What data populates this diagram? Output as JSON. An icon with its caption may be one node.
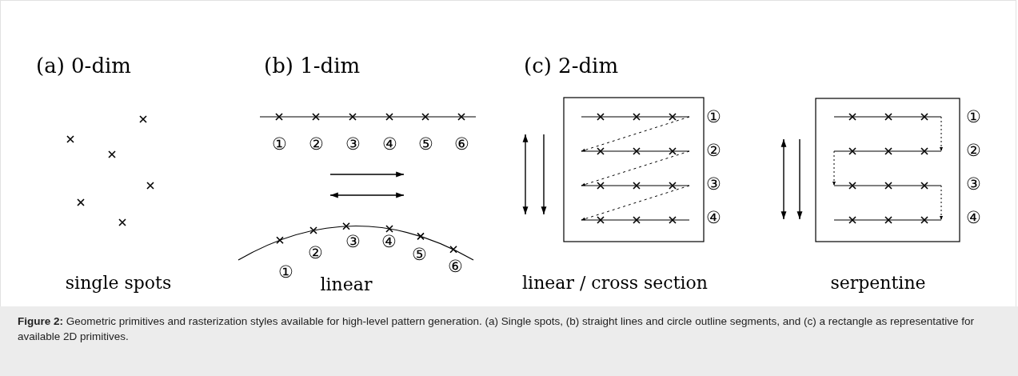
{
  "diagram": {
    "caption": "**Figure 2:** Geometric primitives and rasterization styles available for high-level pattern generation. (a) Single spots, (b) straight lines and circle outline segments, and (c) a rectangle as representative for available 2D primitives.",
    "labels": [
      "(a) 0-dim",
      "(b) 1-dim",
      "(c) 2-dim",
      "①",
      "②",
      "③",
      "④",
      "⑤",
      "⑥",
      "①",
      "②",
      "③",
      "④",
      "⑤",
      "⑥",
      "①",
      "②",
      "③",
      "④",
      "①",
      "②",
      "③",
      "④",
      "single spots",
      "linear",
      "linear / cross section",
      "serpentine"
    ]
  }
}
